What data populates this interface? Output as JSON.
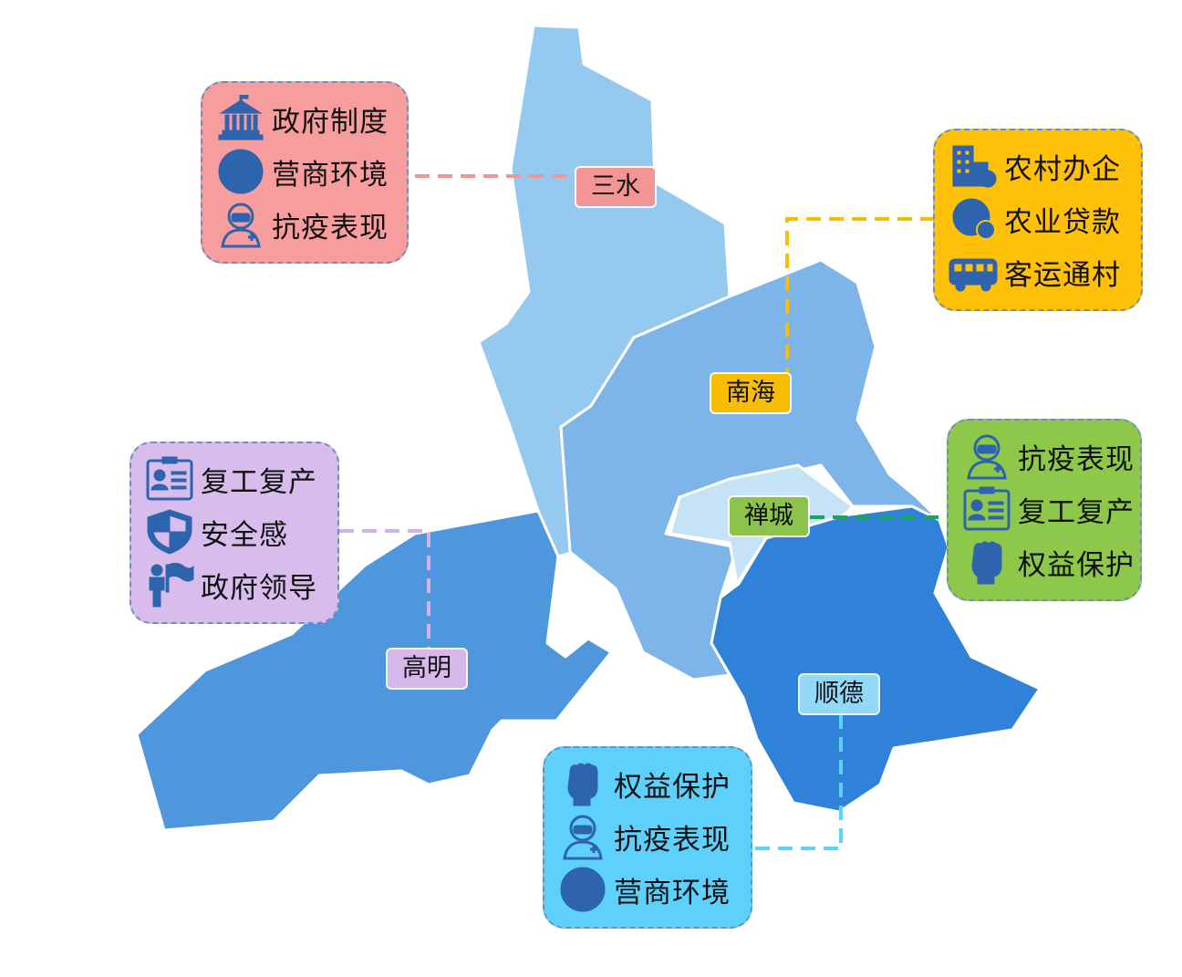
{
  "colors": {
    "sanshui": "#95c9ef",
    "nanhai": "#7db5e8",
    "chancheng": "#c6e2f6",
    "gaoming": "#4f97dc",
    "shunde": "#2f82d8",
    "icon": "#2d64ad"
  },
  "districts": [
    {
      "id": "sanshui",
      "name": "三水",
      "tag_color": "#f39595",
      "card_color": "#f79d9d",
      "line_color": "#f39595",
      "items": [
        {
          "label": "政府制度",
          "icon": "government-building-icon"
        },
        {
          "label": "营商环境",
          "icon": "globe-icon"
        },
        {
          "label": "抗疫表现",
          "icon": "masked-doctor-icon"
        }
      ]
    },
    {
      "id": "nanhai",
      "name": "南海",
      "tag_color": "#f8bc00",
      "card_color": "#ffc107",
      "line_color": "#f8bc00",
      "items": [
        {
          "label": "农村办企",
          "icon": "factory-icon"
        },
        {
          "label": "农业贷款",
          "icon": "loan-clock-icon"
        },
        {
          "label": "客运通村",
          "icon": "bus-icon"
        }
      ]
    },
    {
      "id": "chancheng",
      "name": "禅城",
      "tag_color": "#8dc34a",
      "card_color": "#8dc84b",
      "line_color": "#16a85a",
      "items": [
        {
          "label": "抗疫表现",
          "icon": "masked-doctor-icon"
        },
        {
          "label": "复工复产",
          "icon": "id-card-icon"
        },
        {
          "label": "权益保护",
          "icon": "fist-icon"
        }
      ]
    },
    {
      "id": "gaoming",
      "name": "高明",
      "tag_color": "#d6b8ea",
      "card_color": "#d8bdec",
      "line_color": "#d1b1e6",
      "items": [
        {
          "label": "复工复产",
          "icon": "id-card-icon"
        },
        {
          "label": "安全感",
          "icon": "shield-icon"
        },
        {
          "label": "政府领导",
          "icon": "leader-flag-icon"
        }
      ]
    },
    {
      "id": "shunde",
      "name": "顺德",
      "tag_color": "#92d8f8",
      "card_color": "#5dd0fb",
      "line_color": "#5dd0fb",
      "items": [
        {
          "label": "权益保护",
          "icon": "fist-icon"
        },
        {
          "label": "抗疫表现",
          "icon": "masked-doctor-icon"
        },
        {
          "label": "营商环境",
          "icon": "globe-icon"
        }
      ]
    }
  ]
}
